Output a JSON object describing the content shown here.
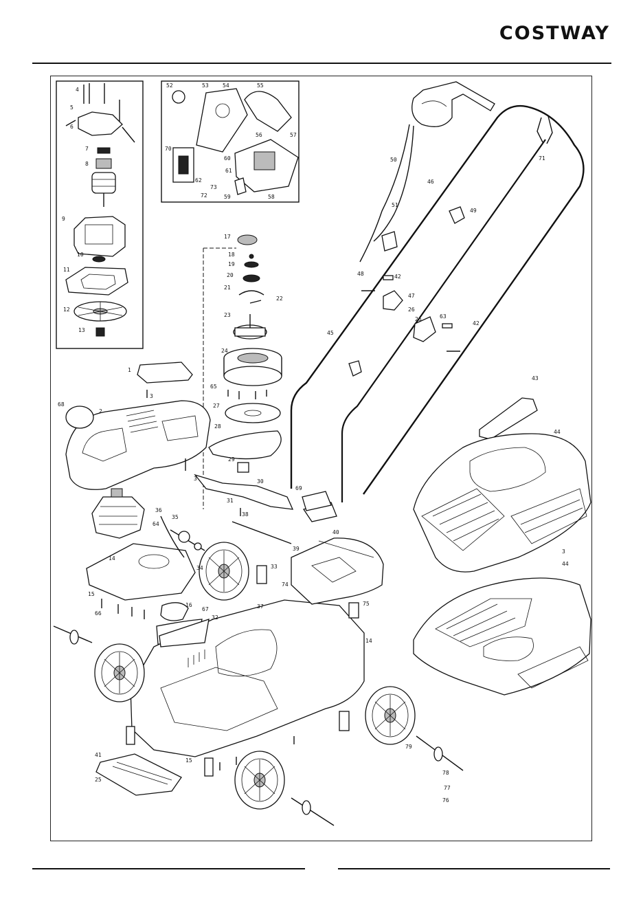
{
  "header": {
    "brand": "COSTWAY"
  },
  "labels": [
    "1",
    "2",
    "3",
    "3",
    "3",
    "4",
    "5",
    "6",
    "7",
    "8",
    "9",
    "10",
    "11",
    "12",
    "13",
    "14",
    "14",
    "15",
    "15",
    "16",
    "17",
    "18",
    "19",
    "20",
    "21",
    "22",
    "23",
    "24",
    "25",
    "26",
    "26",
    "27",
    "28",
    "29",
    "30",
    "31",
    "32",
    "33",
    "34",
    "35",
    "36",
    "37",
    "38",
    "39",
    "40",
    "41",
    "42",
    "42",
    "43",
    "44",
    "44",
    "45",
    "46",
    "47",
    "48",
    "49",
    "50",
    "51",
    "52",
    "53",
    "54",
    "55",
    "56",
    "57",
    "58",
    "59",
    "60",
    "61",
    "62",
    "63",
    "64",
    "65",
    "66",
    "67",
    "68",
    "69",
    "70",
    "71",
    "72",
    "73",
    "74",
    "75",
    "76",
    "77",
    "78",
    "79"
  ]
}
